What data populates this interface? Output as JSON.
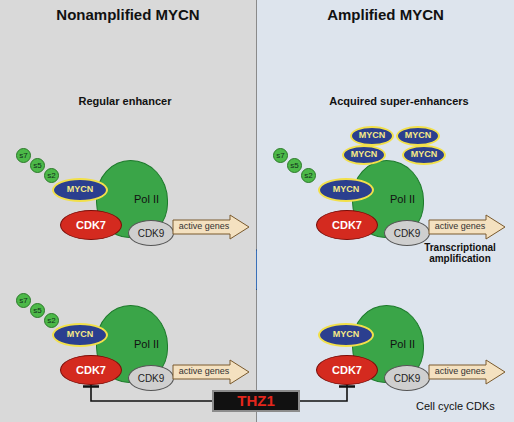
{
  "diagram": {
    "nodes": [
      {
        "text": [
          "Nonamplified MYCN"
        ]
      },
      {
        "text": [
          "Amplified MYCN"
        ]
      },
      {
        "text": [
          "s7"
        ],
        "in": 0
      },
      {
        "text": [
          "s5"
        ],
        "in": 0
      },
      {
        "text": [
          "s2"
        ],
        "in": 0
      },
      {
        "text": [
          "MYCN"
        ],
        "in": 0
      },
      {
        "text": [
          "Pol II"
        ],
        "in": 0
      },
      {
        "text": [
          "CDK7"
        ],
        "in": 0
      },
      {
        "text": [
          "CDK9"
        ],
        "in": 0
      },
      {
        "text": [
          "active genes"
        ],
        "in": 0
      },
      {
        "text": [
          "MYCN"
        ],
        "in": 1
      },
      {
        "text": [
          "MYCN"
        ],
        "in": 1
      },
      {
        "text": [
          "MYCN"
        ],
        "in": 1
      },
      {
        "text": [
          "MYCN"
        ],
        "in": 1
      },
      {
        "text": [
          "s7"
        ],
        "in": 1
      },
      {
        "text": [
          "s5"
        ],
        "in": 1
      },
      {
        "text": [
          "s2"
        ],
        "in": 1
      },
      {
        "text": [
          "MYCN"
        ],
        "in": 1
      },
      {
        "text": [
          "Pol II"
        ],
        "in": 1
      },
      {
        "text": [
          "CDK7"
        ],
        "in": 1
      },
      {
        "text": [
          "CDK9"
        ],
        "in": 1
      },
      {
        "text": [
          "active genes"
        ],
        "in": 1
      },
      {
        "text": [
          "s7"
        ],
        "in": 0
      },
      {
        "text": [
          "s5"
        ],
        "in": 0
      },
      {
        "text": [
          "s2"
        ],
        "in": 0
      },
      {
        "text": [
          "MYCN"
        ],
        "in": 0
      },
      {
        "text": [
          "Pol II"
        ],
        "in": 0
      },
      {
        "text": [
          "CDK7"
        ],
        "in": 0
      },
      {
        "text": [
          "CDK9"
        ],
        "in": 0
      },
      {
        "text": [
          "active genes"
        ],
        "in": 0
      },
      {
        "text": [
          "MYCN"
        ],
        "in": 1
      },
      {
        "text": [
          "Pol II"
        ],
        "in": 1
      },
      {
        "text": [
          "CDK7"
        ],
        "in": 1
      },
      {
        "text": [
          "CDK9"
        ],
        "in": 1
      },
      {
        "text": [
          "active genes"
        ],
        "in": 1
      },
      {
        "text": [
          "THZ1"
        ]
      }
    ],
    "edges": [
      {
        "from": 35,
        "to": 27,
        "arrow": "to"
      },
      {
        "from": 35,
        "to": 32,
        "arrow": "to"
      }
    ],
    "labels": [
      "Regular enhancer",
      "Acquired super-enhancers",
      "Transcriptional amplification",
      "Cell cycle CDKs"
    ]
  }
}
